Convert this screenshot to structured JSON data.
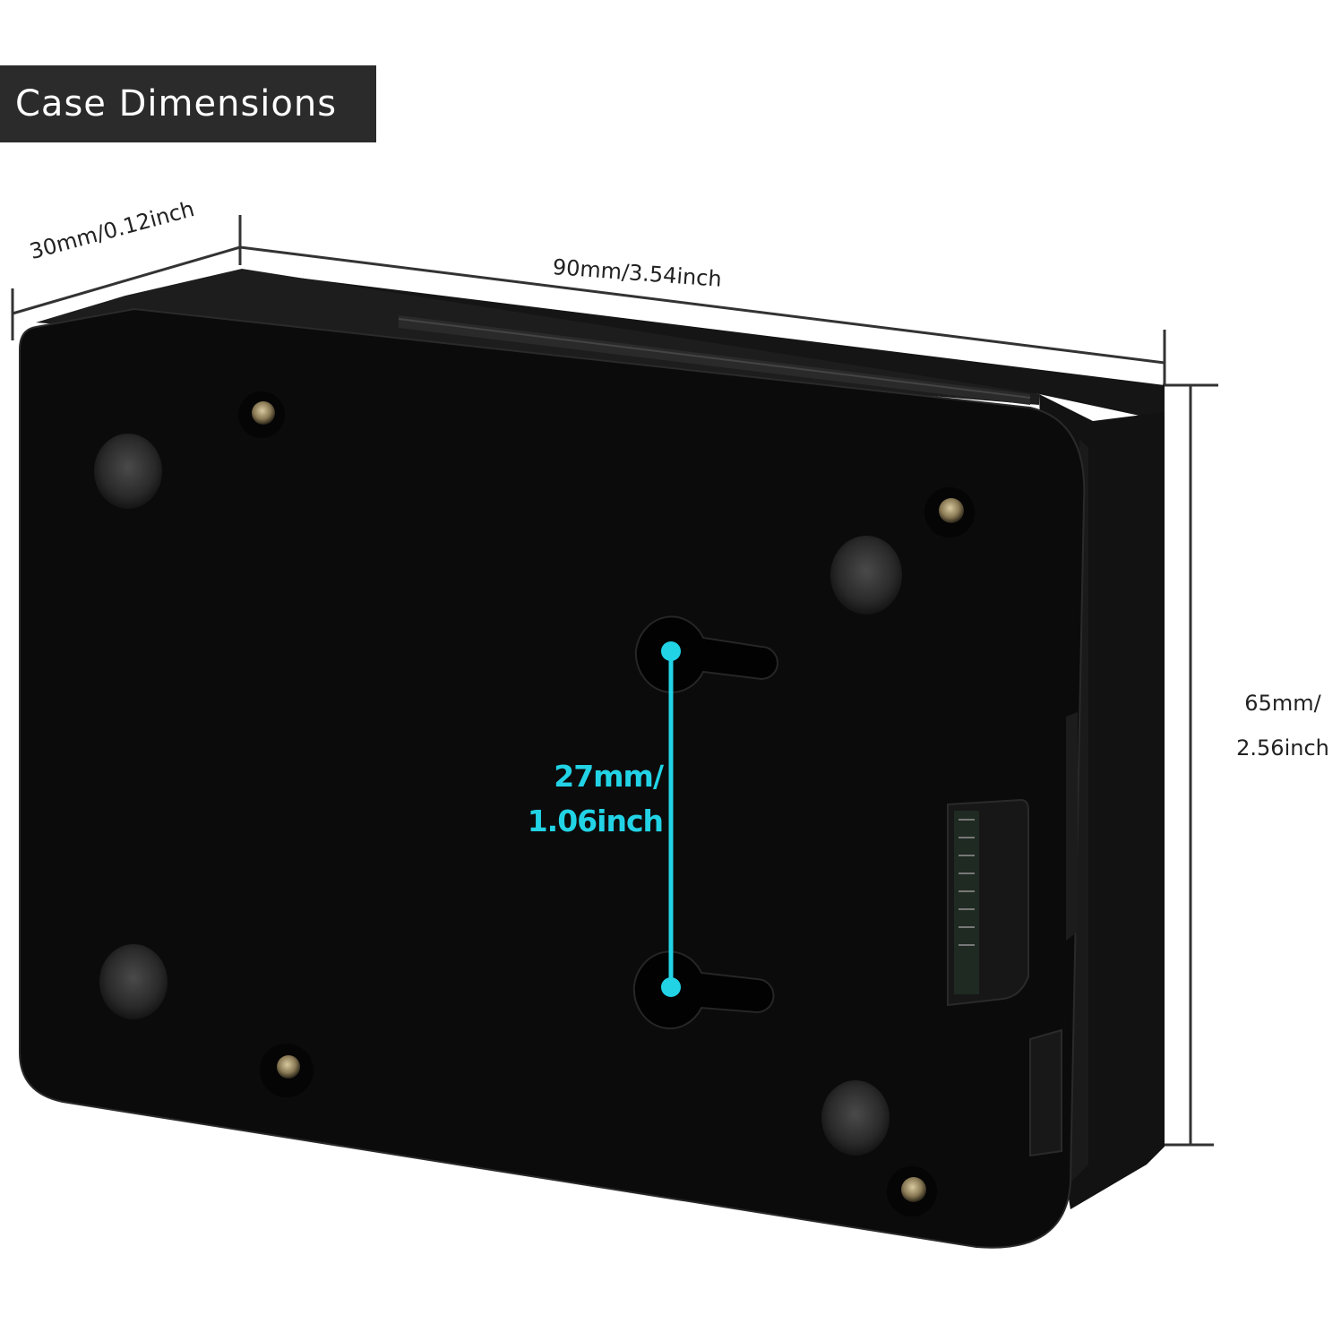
{
  "title": "Case Dimensions",
  "dimensions": {
    "depth": "30mm/0.12inch",
    "width": "90mm/3.54inch",
    "height_line1": "65mm/",
    "height_line2": "2.56inch",
    "holes_line1": "27mm/",
    "holes_line2": "1.06inch"
  },
  "colors": {
    "banner": "#2b2b2b",
    "case": "#0b0b0b",
    "accent": "#22d3e6",
    "dimension_lines": "#333333"
  }
}
